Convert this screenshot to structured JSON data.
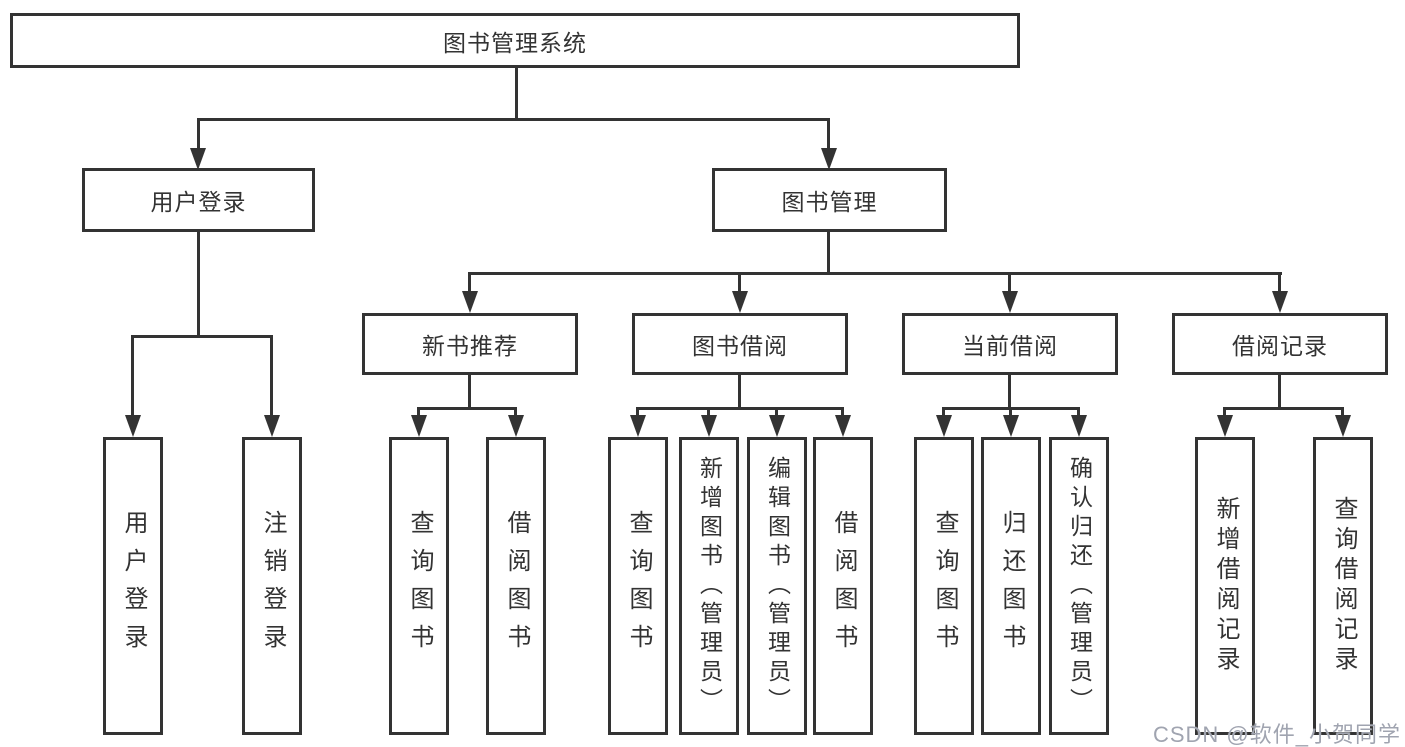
{
  "root": {
    "label": "图书管理系统"
  },
  "level2": [
    {
      "label": "用户登录"
    },
    {
      "label": "图书管理"
    }
  ],
  "level3": [
    {
      "label": "新书推荐"
    },
    {
      "label": "图书借阅"
    },
    {
      "label": "当前借阅"
    },
    {
      "label": "借阅记录"
    }
  ],
  "leaves": {
    "user": [
      "用户登录",
      "注销登录"
    ],
    "newbook": [
      "查询图书",
      "借阅图书"
    ],
    "borrow": [
      "查询图书",
      "新增图书（管理员）",
      "编辑图书（管理员）",
      "借阅图书"
    ],
    "current": [
      "查询图书",
      "归还图书",
      "确认归还（管理员）"
    ],
    "records": [
      "新增借阅记录",
      "查询借阅记录"
    ]
  },
  "watermark": {
    "text": "CSDN @软件_小贺同学"
  },
  "colors": {
    "line": "#333333",
    "text": "#333333",
    "watermark": "#a0a4b0",
    "background": "#ffffff"
  }
}
